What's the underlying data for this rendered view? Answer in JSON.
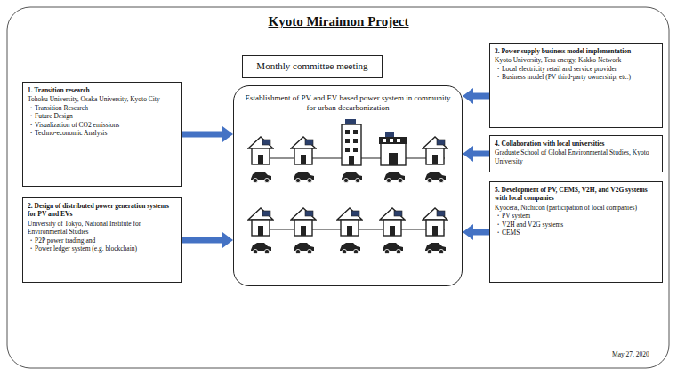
{
  "diagram": {
    "title": "Kyoto Miraimon Project",
    "nodes": [
      {
        "text": [
          "Monthly committee meeting"
        ]
      },
      {
        "text": [
          "1. Transition research",
          "Tohoku University, Osaka University, Kyoto City",
          "・Transition Research",
          "・Future Design",
          "・Visualization of CO2 emissions",
          "・Techno-economic Analysis"
        ]
      },
      {
        "text": [
          "2. Design of distributed power generation systems for PV and EVs",
          "University of Tokyo, National Institute for Environmental Studies",
          "・P2P power trading and",
          "・Power ledger system (e.g. blockchain)"
        ]
      },
      {
        "text": [
          "Establishment of PV and EV based power system in community for urban decarbonization"
        ]
      },
      {
        "text": [
          "3. Power supply business model implementation",
          "Kyoto University, Tera energy, Kakko Network",
          "・Local electricity retail and service provider",
          "・Business model (PV third-party ownership, etc.)"
        ]
      },
      {
        "text": [
          "4. Collaboration with local universities",
          "Graduate School of Global Environmental Studies, Kyoto University"
        ]
      },
      {
        "text": [
          "5. Development of PV, CEMS, V2H, and V2G systems with local companies",
          "Kyocera, Nichicon (participation of local companies)",
          "・PV system",
          "・V2H and V2G systems",
          "・CEMS"
        ]
      }
    ],
    "edges": [
      {
        "from": 1,
        "to": 3,
        "arrow": "to"
      },
      {
        "from": 2,
        "to": 3,
        "arrow": "to"
      },
      {
        "from": 4,
        "to": 3,
        "arrow": "to"
      },
      {
        "from": 5,
        "to": 3,
        "arrow": "to"
      },
      {
        "from": 6,
        "to": 3,
        "arrow": "to"
      }
    ],
    "labels": [
      "May 27, 2020"
    ]
  }
}
